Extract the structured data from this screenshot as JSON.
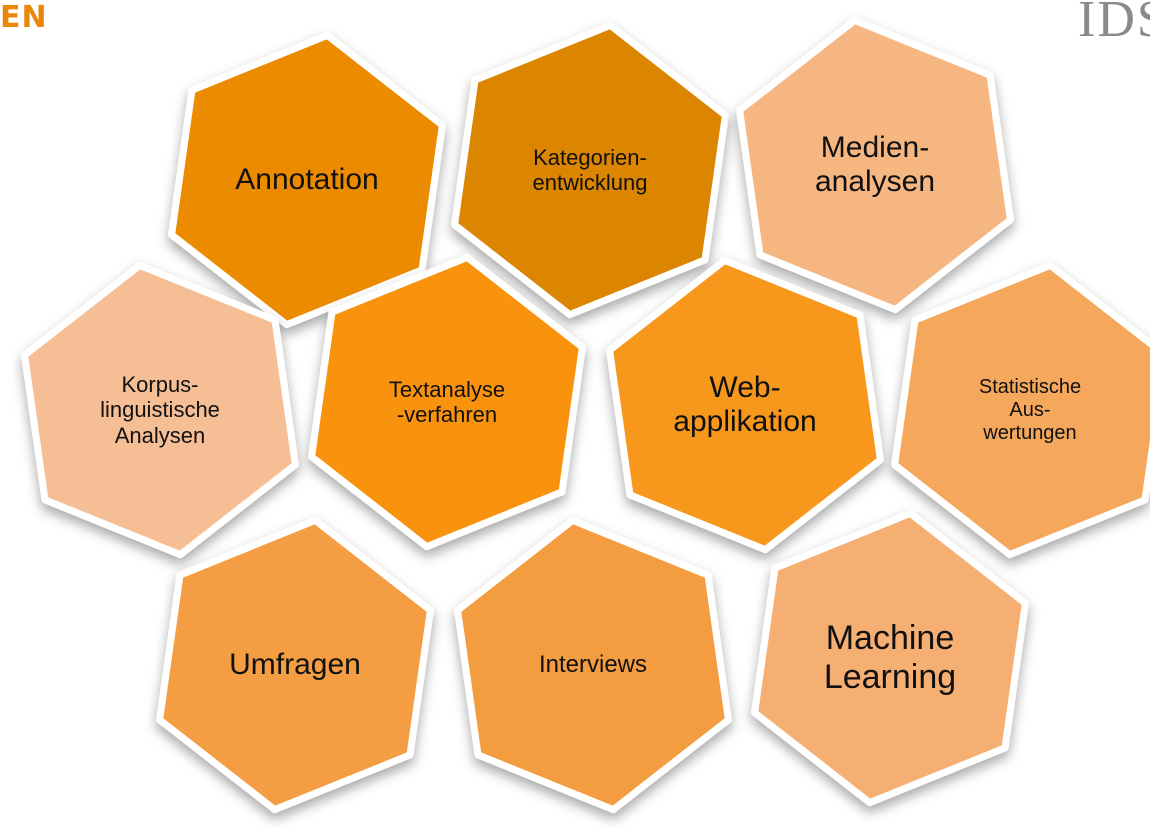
{
  "title_fragment": "EN",
  "logo_text": "IDS",
  "colors": {
    "dark_orange": "#ec8b00",
    "deep_orange": "#db8503",
    "light_peach": "#f5b682",
    "medium_orange": "#f49d42",
    "bright_orange": "#f9920f",
    "logo_gray": "#8a8a8a",
    "title_orange": "#e8870b"
  },
  "hexagons": [
    {
      "id": "annotation",
      "label": "Annotation",
      "color": "#ec8b00"
    },
    {
      "id": "kategorien",
      "label": "Kategorien-\nentwicklung",
      "color": "#db8503"
    },
    {
      "id": "medien",
      "label": "Medien-\nanalysen",
      "color": "#f5b682"
    },
    {
      "id": "korpus",
      "label": "Korpus-\nlinguistische\nAnalysen",
      "color": "#f5be95"
    },
    {
      "id": "textanalyse",
      "label": "Textanalyse\n-verfahren",
      "color": "#f9920f"
    },
    {
      "id": "webapp",
      "label": "Web-\napplikation",
      "color": "#f7971c"
    },
    {
      "id": "statistik",
      "label": "Statistische\nAus-\nwertungen",
      "color": "#f5a75c"
    },
    {
      "id": "umfragen",
      "label": "Umfragen",
      "color": "#f49d42"
    },
    {
      "id": "interviews",
      "label": "Interviews",
      "color": "#f49c3f"
    },
    {
      "id": "ml",
      "label": "Machine\nLearning",
      "color": "#f6af72"
    }
  ]
}
